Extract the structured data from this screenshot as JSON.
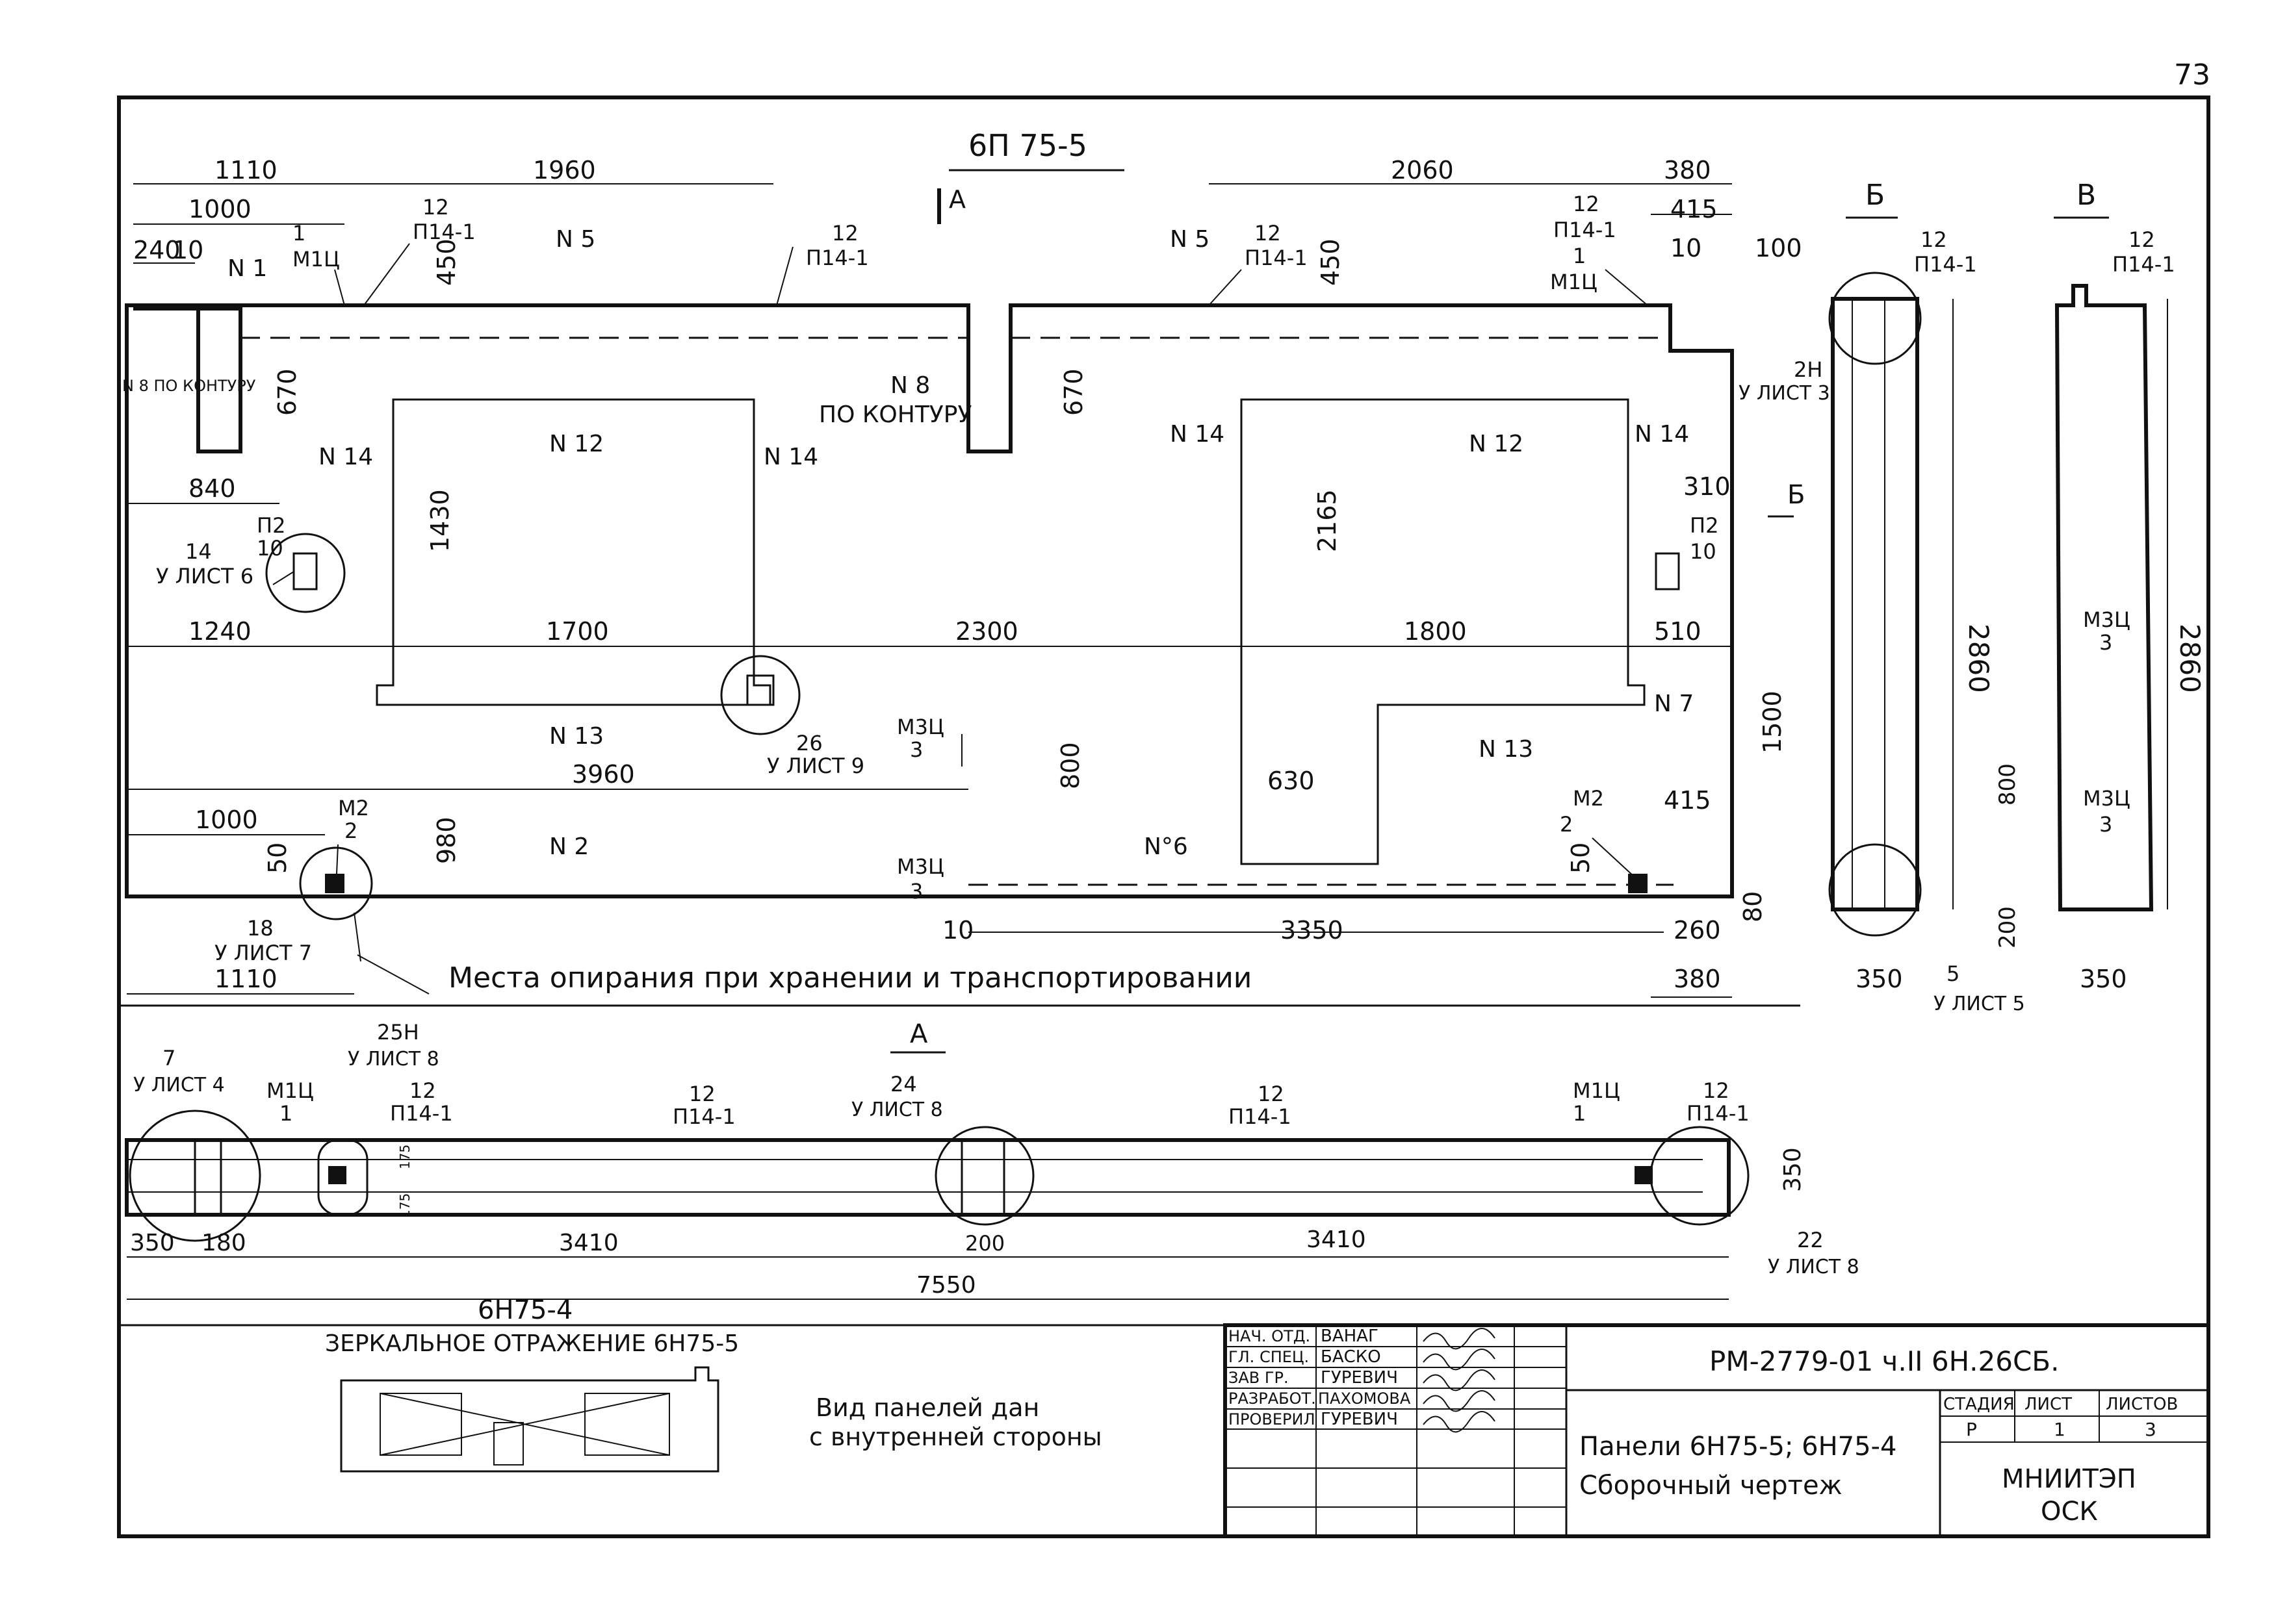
{
  "page_number": "73",
  "main_view": {
    "title": "6П 75-5",
    "section_a_mark": "А",
    "dims_top": [
      "1110",
      "1960",
      "2060",
      "380",
      "1000",
      "415",
      "240",
      "10",
      "450",
      "450",
      "10",
      "100"
    ],
    "dims_left": [
      "670",
      "670",
      "1430",
      "2165",
      "980",
      "50",
      "50"
    ],
    "dims_mid": [
      "840",
      "1240",
      "1700",
      "2300",
      "1800",
      "510",
      "310",
      "3960",
      "1000",
      "630",
      "800",
      "1500",
      "415",
      "3350",
      "260",
      "380",
      "1110",
      "10",
      "80"
    ],
    "node_labels": [
      "N 1",
      "N 5",
      "N 5",
      "N 8",
      "ПО КОНТУРУ",
      "N 14",
      "N 12",
      "N 14",
      "N 14",
      "N 12",
      "N 14",
      "N 13",
      "N 13",
      "N 7",
      "N 2",
      "N°6",
      "N 8 ПО КОНТУРУ"
    ],
    "callouts": [
      {
        "top": "1",
        "bottom": "М1Ц"
      },
      {
        "top": "12",
        "bottom": "П14-1"
      },
      {
        "top": "12",
        "bottom": "П14-1"
      },
      {
        "top": "12",
        "bottom": "П14-1"
      },
      {
        "top": "12",
        "bottom": "П14-1"
      },
      {
        "top": "1",
        "bottom": "М1Ц"
      },
      {
        "top": "П2",
        "bottom": "10"
      },
      {
        "top": "П2",
        "bottom": "10"
      },
      {
        "top": "14",
        "bottom": "У ЛИСТ 6"
      },
      {
        "top": "26",
        "bottom": "У ЛИСТ 9"
      },
      {
        "top": "М3Ц",
        "bottom": "3"
      },
      {
        "top": "М3Ц",
        "bottom": "3"
      },
      {
        "top": "М2",
        "bottom": "2"
      },
      {
        "top": "М2",
        "bottom": "2"
      },
      {
        "top": "18",
        "bottom": "У ЛИСТ 7"
      }
    ],
    "support_note": "Места опирания при хранении и транспортировании",
    "arrow_b": "Б"
  },
  "side_view_b": {
    "title": "Б",
    "callout_top": {
      "top": "12",
      "bottom": "П14-1"
    },
    "callout_2n": {
      "top": "2Н",
      "bottom": "У ЛИСТ 3"
    },
    "height": "2860",
    "width": "350",
    "callout_bottom": {
      "top": "5",
      "bottom": "У ЛИСТ 5"
    }
  },
  "side_view_v": {
    "title": "В",
    "callout_top": {
      "top": "12",
      "bottom": "П14-1"
    },
    "height": "2860",
    "m3_1": {
      "top": "М3Ц",
      "bottom": "3"
    },
    "m3_2": {
      "top": "М3Ц",
      "bottom": "3"
    },
    "dim_800": "800",
    "dim_200": "200",
    "width": "350"
  },
  "plan_a": {
    "title": "А",
    "callouts": [
      {
        "top": "7",
        "bottom": "У ЛИСТ 4"
      },
      {
        "top": "25Н",
        "bottom": "У ЛИСТ 8"
      },
      {
        "top": "М1Ц",
        "bottom": "1"
      },
      {
        "top": "12",
        "bottom": "П14-1"
      },
      {
        "top": "12",
        "bottom": "П14-1"
      },
      {
        "top": "24",
        "bottom": "У ЛИСТ 8"
      },
      {
        "top": "12",
        "bottom": "П14-1"
      },
      {
        "top": "М1Ц",
        "bottom": "1"
      },
      {
        "top": "12",
        "bottom": "П14-1"
      },
      {
        "top": "22",
        "bottom": "У ЛИСТ 8"
      }
    ],
    "dims": [
      "350",
      "180",
      "3410",
      "200",
      "3410",
      "7550",
      "350",
      "175",
      "175"
    ]
  },
  "mirror_note": {
    "title": "6Н75-4",
    "subtitle": "ЗЕРКАЛЬНОЕ ОТРАЖЕНИЕ 6Н75-5",
    "view_note_1": "Вид панелей дан",
    "view_note_2": "с внутренней стороны"
  },
  "title_block": {
    "roles": [
      "НАЧ. ОТД.",
      "ГЛ. СПЕЦ.",
      "ЗАВ ГР.",
      "РАЗРАБОТ.",
      "ПРОВЕРИЛ"
    ],
    "names": [
      "ВАНАГ",
      "БАСКО",
      "ГУРЕВИЧ",
      "ПАХОМОВА",
      "ГУРЕВИЧ"
    ],
    "code": "РМ-2779-01 ч.II 6Н.26СБ.",
    "description_1": "Панели 6Н75-5; 6Н75-4",
    "description_2": "Сборочный чертеж",
    "stage_label": "СТАДИЯ",
    "sheet_label": "ЛИСТ",
    "sheets_label": "ЛИСТОВ",
    "stage": "Р",
    "sheet": "1",
    "sheets": "3",
    "org_1": "МНИИТЭП",
    "org_2": "ОСК"
  }
}
